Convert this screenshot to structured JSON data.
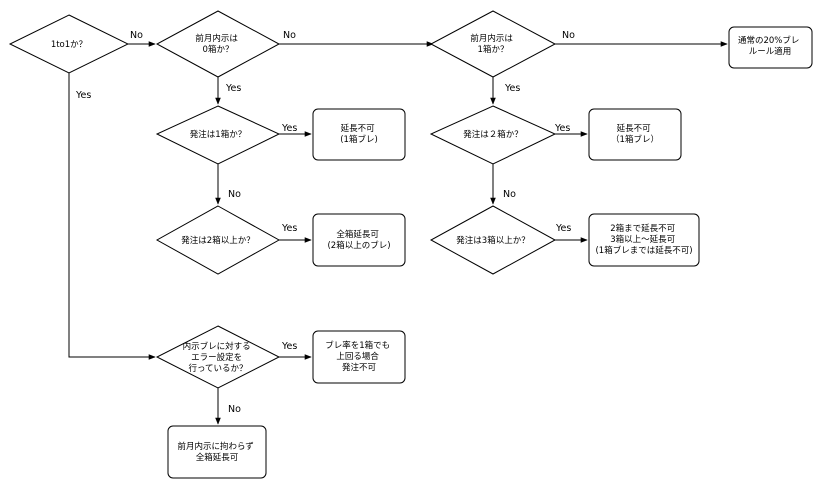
{
  "flowchart": {
    "nodes": {
      "d_1to1": {
        "text": [
          "1to1か？"
        ]
      },
      "d_prev0": {
        "text": [
          "前月内示は",
          "0箱か？"
        ]
      },
      "d_prev1": {
        "text": [
          "前月内示は",
          "1箱か？"
        ]
      },
      "r_normal": {
        "text": [
          "通常の20%ブレ",
          "ルール適用"
        ]
      },
      "d_order1": {
        "text": [
          "発注は1箱か？"
        ]
      },
      "r_noext1": {
        "text": [
          "延長不可",
          "(1箱ブレ)"
        ]
      },
      "d_order2plus": {
        "text": [
          "発注は2箱以上か？"
        ]
      },
      "r_allext": {
        "text": [
          "全箱延長可",
          "(2箱以上のブレ)"
        ]
      },
      "d_order2": {
        "text": [
          "発注は２箱か？"
        ]
      },
      "r_noext2": {
        "text": [
          "延長不可",
          "（1箱ブレ）"
        ]
      },
      "d_order3plus": {
        "text": [
          "発注は3箱以上か？"
        ]
      },
      "r_partial": {
        "text": [
          "2箱まで延長不可",
          "3箱以上～延長可",
          "(1箱ブレまでは延長不可)"
        ]
      },
      "d_errset": {
        "text": [
          "内示ブレに対する",
          "エラー設定を",
          "行っているか？"
        ]
      },
      "r_noorder": {
        "text": [
          "ブレ率を1箱でも",
          "上回る場合",
          "発注不可"
        ]
      },
      "r_allext2": {
        "text": [
          "前月内示に拘わらず",
          "全箱延長可"
        ]
      }
    },
    "edge_labels": {
      "e1": "No",
      "e2": "Yes",
      "e3": "No",
      "e4": "Yes",
      "e5": "Yes",
      "e6": "No",
      "e7": "Yes",
      "e8": "No",
      "e9": "Yes",
      "e10": "Yes",
      "e11": "No",
      "e12": "Yes",
      "e13": "No"
    }
  }
}
